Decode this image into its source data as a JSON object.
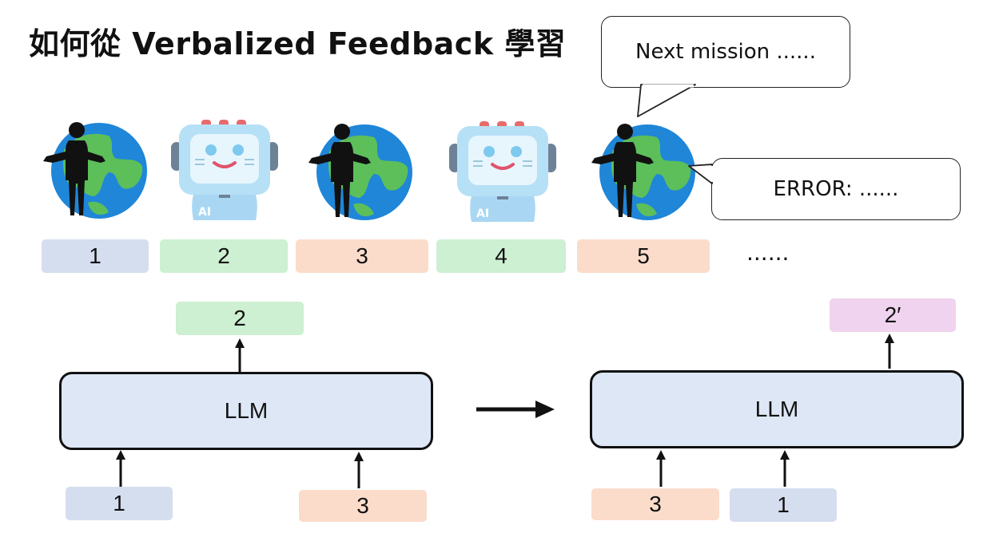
{
  "title": "如何從 Verbalized Feedback 學習",
  "bubbles": {
    "next_mission": "Next mission ......",
    "error": "ERROR: ......"
  },
  "sequence": {
    "items": [
      "1",
      "2",
      "3",
      "4",
      "5"
    ],
    "ellipsis": "......"
  },
  "left_diagram": {
    "output": "2",
    "model": "LLM",
    "inputs": [
      "1",
      "3"
    ]
  },
  "right_diagram": {
    "output": "2′",
    "model": "LLM",
    "inputs": [
      "3",
      "1"
    ]
  },
  "robot_badge": "AI",
  "colors": {
    "blue_box": "#d5deef",
    "green_box": "#cdefd2",
    "orange_box": "#fbdccb",
    "purple_box": "#f0d3ee",
    "llm_fill": "#dde7f6"
  }
}
